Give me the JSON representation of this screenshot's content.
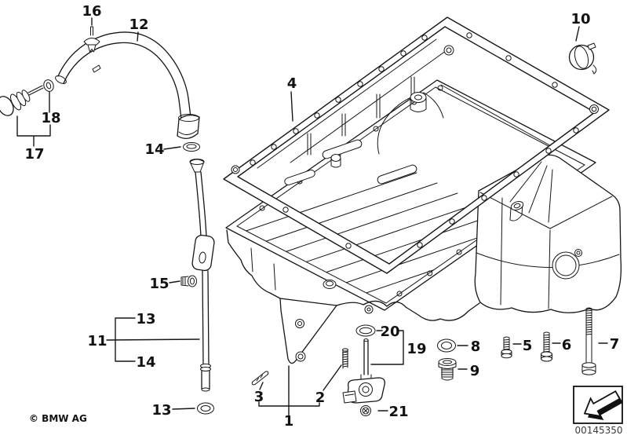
{
  "meta": {
    "copyright": "© BMW AG",
    "image_code": "00145350"
  },
  "callouts": {
    "c1": "1",
    "c2": "2",
    "c3": "3",
    "c4": "4",
    "c5": "5",
    "c6": "6",
    "c7": "7",
    "c8": "8",
    "c9": "9",
    "c10": "10",
    "c11": "11",
    "c12": "12",
    "c13a": "13",
    "c13b": "13",
    "c14a": "14",
    "c14b": "14",
    "c15": "15",
    "c16": "16",
    "c17": "17",
    "c18": "18",
    "c19": "19",
    "c20": "20",
    "c21": "21"
  },
  "icons": {
    "direction_arrow": "direction-of-travel-arrow"
  }
}
